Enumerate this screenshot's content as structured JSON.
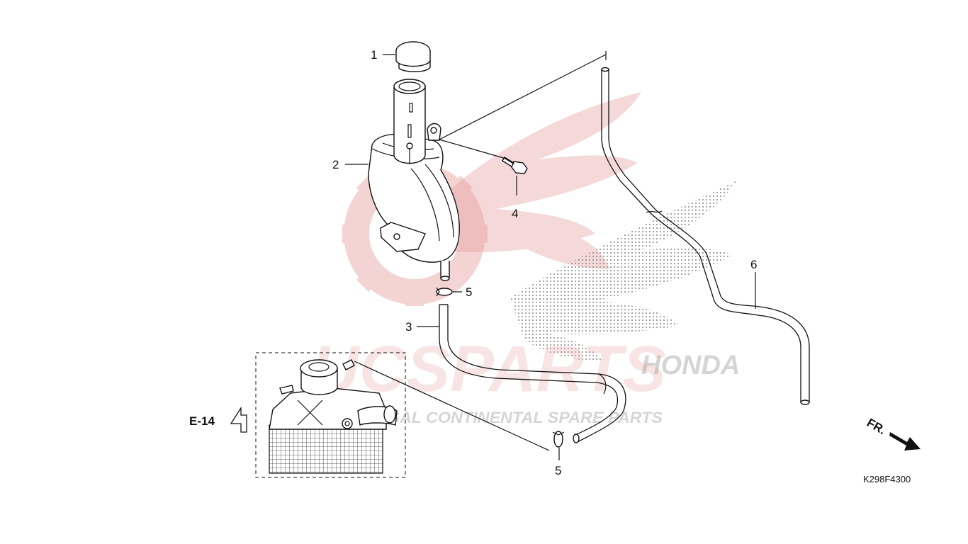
{
  "watermark": {
    "brand": "UCSPARTS",
    "tagline": "UNIVERSAL CONTINENTAL SPARE PARTS",
    "logo_text": "HONDA",
    "color_red": "#e7a0a0",
    "color_dots": "#8a8a8a"
  },
  "callouts": {
    "c1": "1",
    "c2": "2",
    "c3": "3",
    "c4": "4",
    "c5_top": "5",
    "c5_bottom": "5",
    "c6": "6"
  },
  "reference": {
    "label": "E-14",
    "icon": "arrow-left-outline-icon"
  },
  "direction": {
    "label": "FR.",
    "icon": "arrow-down-right-solid-icon"
  },
  "diagram_code": "K298F4300"
}
